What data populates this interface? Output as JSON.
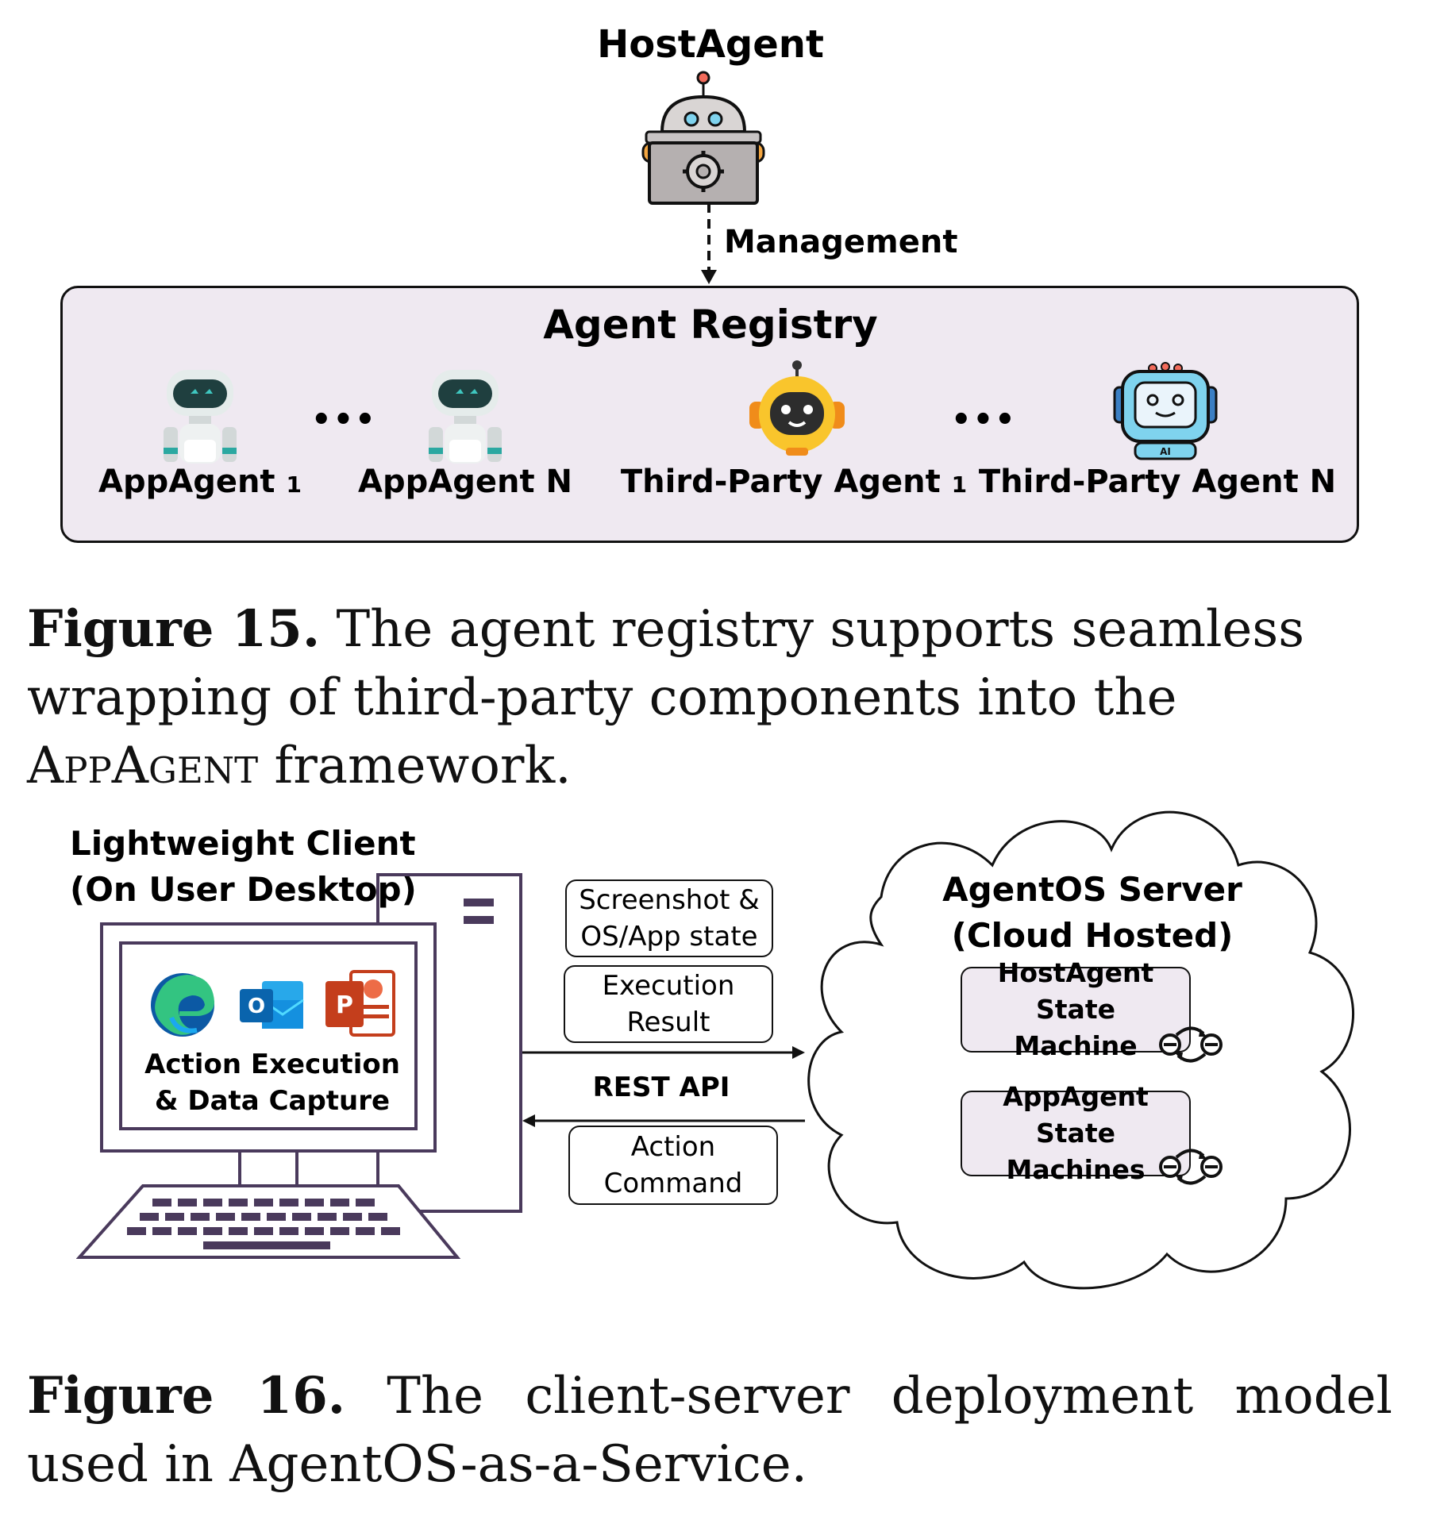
{
  "figure15": {
    "host_title": "HostAgent",
    "management_label": "Management",
    "registry_title": "Agent Registry",
    "ellipsis": "•••",
    "agents": [
      {
        "name": "AppAgent",
        "sub": "1",
        "icon": "robot-white-icon"
      },
      {
        "name": "AppAgent N",
        "sub": "",
        "icon": "robot-white-icon"
      },
      {
        "name": "Third-Party Agent",
        "sub": "1",
        "icon": "robot-yellow-icon"
      },
      {
        "name": "Third-Party Agent N",
        "sub": "",
        "icon": "robot-blue-ai-icon"
      }
    ],
    "caption_label": "Figure 15.",
    "caption_text_1": " The agent registry supports seamless wrapping of third-party components into the ",
    "caption_smallcaps": "AppAgent",
    "caption_text_2": " framework."
  },
  "figure16": {
    "client_title_line1": "Lightweight Client",
    "client_title_line2": "(On User Desktop)",
    "screen_label_line1": "Action Execution",
    "screen_label_line2": "& Data Capture",
    "app_icons": [
      "edge-icon",
      "outlook-icon",
      "powerpoint-icon"
    ],
    "messages_up": [
      "Screenshot &\nOS/App state",
      "Execution\nResult"
    ],
    "rest_api": "REST API",
    "messages_down": [
      "Action\nCommand"
    ],
    "server_title_line1": "AgentOS Server",
    "server_title_line2": "(Cloud Hosted)",
    "state_machines": [
      "HostAgent State\nMachine",
      "AppAgent State\nMachines"
    ],
    "caption_label": "Figure 16.",
    "caption_text": " The client-server deployment model used in AgentOS-as-a-Service."
  },
  "colors": {
    "registry_fill": "#efe9f1",
    "computer_stroke": "#4a3a5c",
    "robot_gray": "#c8c4c4",
    "robot_orange": "#f4a640",
    "robot_yellow": "#f9c52c",
    "robot_blue": "#7fd3ee"
  }
}
